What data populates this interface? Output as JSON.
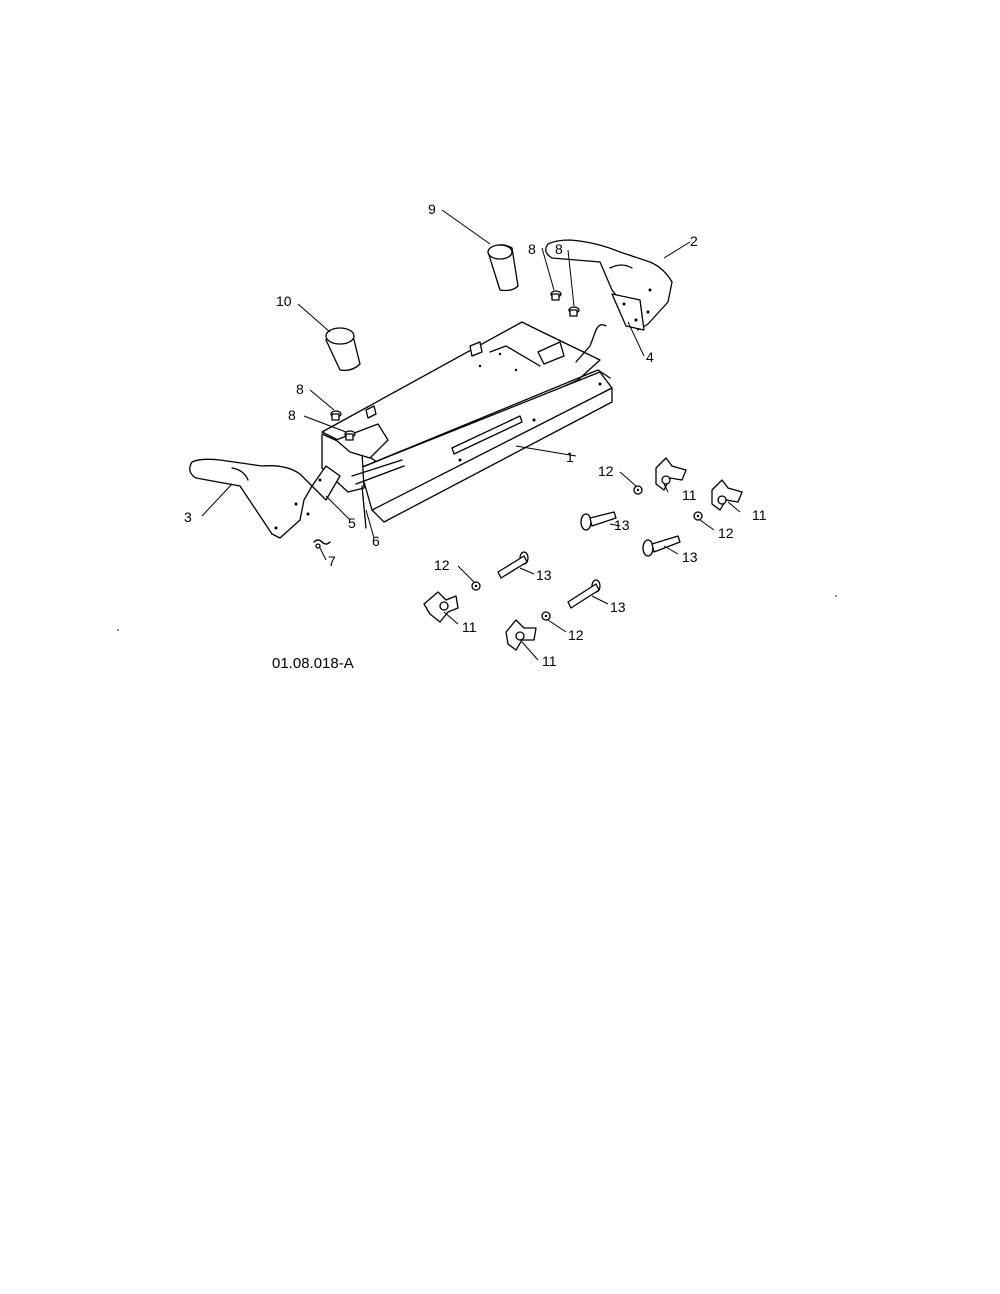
{
  "diagram": {
    "drawing_id": "01.08.018-A",
    "callouts": [
      "1",
      "2",
      "3",
      "4",
      "5",
      "6",
      "7",
      "8",
      "8",
      "8",
      "8",
      "9",
      "10",
      "11",
      "11",
      "11",
      "11",
      "12",
      "12",
      "12",
      "12",
      "13",
      "13",
      "13",
      "13"
    ],
    "parts": [
      {
        "ref": "1",
        "icon": "base-bracket"
      },
      {
        "ref": "2",
        "icon": "handle-lever-right"
      },
      {
        "ref": "3",
        "icon": "handle-lever-left"
      },
      {
        "ref": "4",
        "icon": "mounting-plate"
      },
      {
        "ref": "5",
        "icon": "mounting-plate"
      },
      {
        "ref": "6",
        "icon": "rod"
      },
      {
        "ref": "7",
        "icon": "clip"
      },
      {
        "ref": "8",
        "icon": "screw"
      },
      {
        "ref": "9",
        "icon": "knob"
      },
      {
        "ref": "10",
        "icon": "knob"
      },
      {
        "ref": "11",
        "icon": "wing-knob"
      },
      {
        "ref": "12",
        "icon": "nut"
      },
      {
        "ref": "13",
        "icon": "carriage-bolt"
      }
    ]
  }
}
